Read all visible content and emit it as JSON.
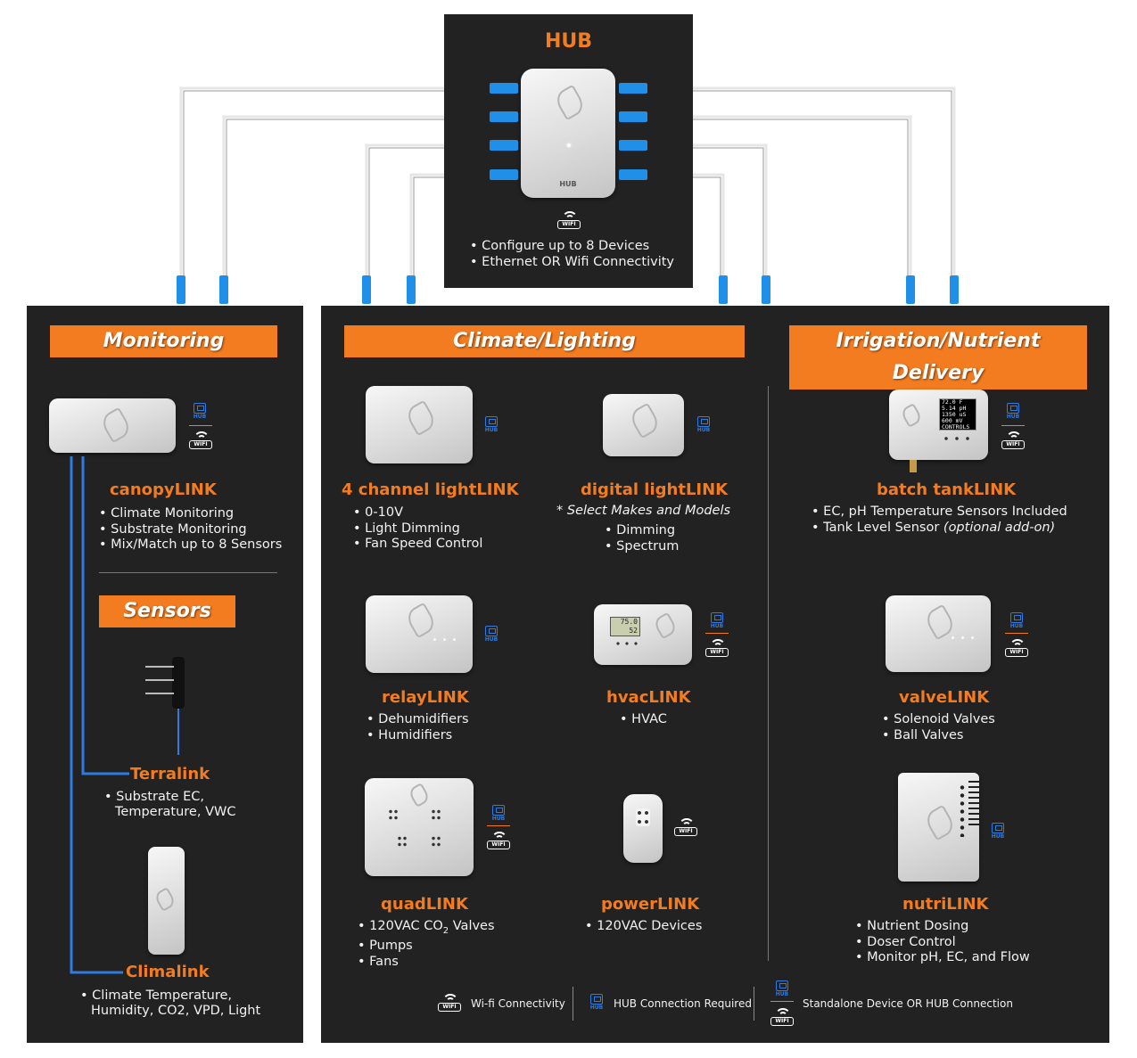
{
  "hub": {
    "title": "HUB",
    "device_label": "HUB",
    "bullets": [
      "Configure up to 8 Devices",
      "Ethernet OR Wifi Connectivity"
    ]
  },
  "monitoring": {
    "banner": "Monitoring",
    "canopy": {
      "title": "canopyLINK",
      "bullets": [
        "Climate Monitoring",
        "Substrate Monitoring",
        "Mix/Match up to 8 Sensors"
      ]
    },
    "sensors_banner": "Sensors",
    "terra": {
      "title": "Terralink",
      "lines": [
        "Substrate EC,",
        "Temperature, VWC"
      ]
    },
    "clima": {
      "title": "Climalink",
      "lines": [
        "Climate Temperature,",
        "Humidity, CO2, VPD, Light"
      ]
    }
  },
  "climate": {
    "banner": "Climate/Lighting",
    "light4": {
      "title": "4 channel lightLINK",
      "bullets": [
        "0-10V",
        "Light Dimming",
        "Fan Speed Control"
      ]
    },
    "digital": {
      "title": "digital lightLINK",
      "note": "* Select Makes and Models",
      "bullets": [
        "Dimming",
        "Spectrum"
      ]
    },
    "relay": {
      "title": "relayLINK",
      "bullets": [
        "Dehumidifiers",
        "Humidifiers"
      ]
    },
    "hvac": {
      "title": "hvacLINK",
      "bullets": [
        "HVAC"
      ],
      "display": [
        "75.0",
        "52"
      ]
    },
    "quad": {
      "title": "quadLINK",
      "bullet1_pre": "120VAC CO",
      "bullet1_sub": "2",
      "bullet1_post": " Valves",
      "bullets": [
        "Pumps",
        "Fans"
      ]
    },
    "power": {
      "title": "powerLINK",
      "bullets": [
        "120VAC Devices"
      ]
    }
  },
  "irrigation": {
    "banner": "Irrigation/Nutrient Delivery",
    "batch": {
      "title": "batch tankLINK",
      "bullet1": "EC, pH Temperature Sensors Included",
      "bullet2_pre": "Tank Level Sensor ",
      "bullet2_em": "(optional add-on)",
      "screen": [
        "72.0 F",
        "5.14 pH",
        "1350 uS",
        "600 mV",
        "CONTROLS"
      ]
    },
    "valve": {
      "title": "valveLINK",
      "bullets": [
        "Solenoid Valves",
        "Ball Valves"
      ]
    },
    "nutri": {
      "title": "nutriLINK",
      "bullets": [
        "Nutrient Dosing",
        "Doser Control",
        "Monitor pH, EC, and Flow"
      ]
    }
  },
  "legend": {
    "wifi": "Wi-fi Connectivity",
    "hub": "HUB Connection Required",
    "both": "Standalone Device OR HUB Connection"
  },
  "icons": {
    "hub_icon": "HUB",
    "wifi_icon": "WIFI"
  },
  "colors": {
    "accent": "#f47c20",
    "panel": "#222222",
    "cable": "#e6e6e6",
    "connector": "#1f8fe8",
    "sensor_wire": "#2f7be0"
  }
}
